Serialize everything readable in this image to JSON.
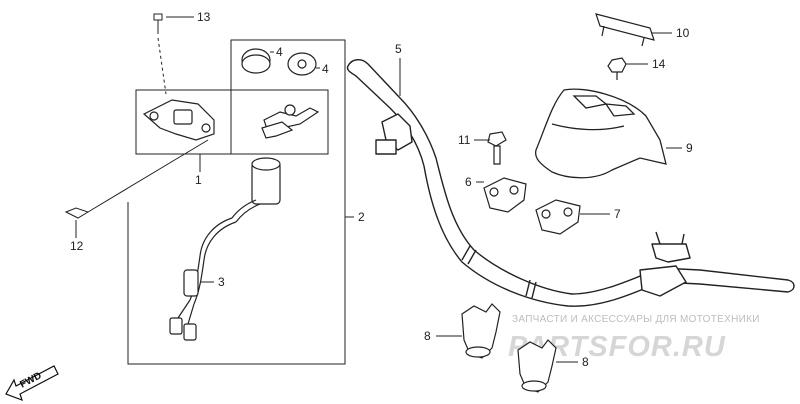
{
  "callouts": [
    {
      "id": "1",
      "text": "1"
    },
    {
      "id": "2",
      "text": "2"
    },
    {
      "id": "3",
      "text": "3"
    },
    {
      "id": "4a",
      "text": "4"
    },
    {
      "id": "4b",
      "text": "4"
    },
    {
      "id": "5",
      "text": "5"
    },
    {
      "id": "6",
      "text": "6"
    },
    {
      "id": "7",
      "text": "7"
    },
    {
      "id": "8a",
      "text": "8"
    },
    {
      "id": "8b",
      "text": "8"
    },
    {
      "id": "9",
      "text": "9"
    },
    {
      "id": "10",
      "text": "10"
    },
    {
      "id": "11",
      "text": "11"
    },
    {
      "id": "12",
      "text": "12"
    },
    {
      "id": "13",
      "text": "13"
    },
    {
      "id": "14",
      "text": "14"
    }
  ],
  "direction_marker": {
    "text": "FWD"
  },
  "watermark": {
    "line1": "ЗАПЧАСТИ И АКСЕССУАРЫ ДЛЯ МОТОТЕХНИКИ",
    "line2": "PARTSFOR.RU"
  },
  "colors": {
    "ink": "#222222",
    "watermark": "#c8c8c8"
  }
}
